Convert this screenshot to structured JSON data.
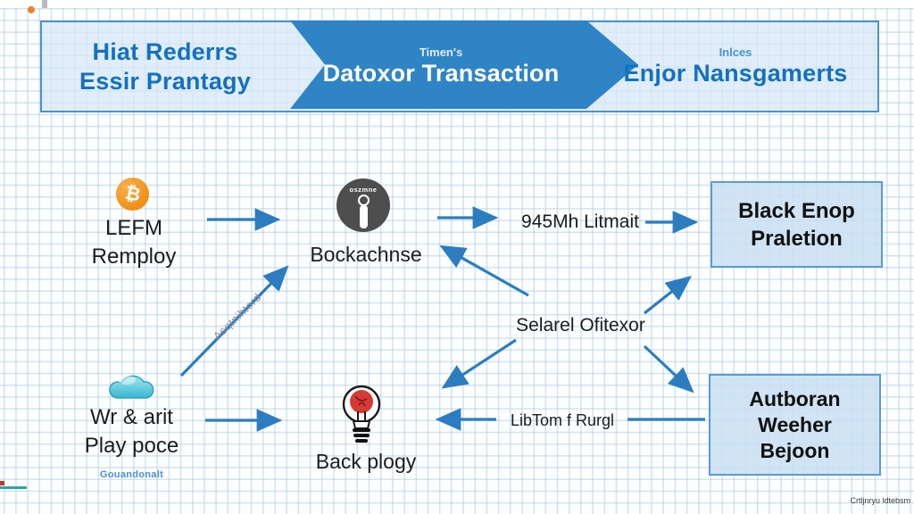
{
  "banner": {
    "left": {
      "line1": "Hiat Rederrs",
      "line2": "Essir Prantagy"
    },
    "middle": {
      "small": "Timen's",
      "label": "Datoxor Transaction"
    },
    "right": {
      "small": "Inlces",
      "label": "Enjor Nansgamerts"
    }
  },
  "nodes": {
    "bitcoin": {
      "symbol": "₿",
      "line1": "LEFM",
      "line2": "Remploy"
    },
    "blockchain": {
      "icon_text": "oszmne",
      "label": "Bockachnse"
    },
    "limit": {
      "label": "945Mh Litmait"
    },
    "selarel": {
      "label": "Selarel Ofitexor"
    },
    "libtom": {
      "label": "LibTom f Rurgl"
    },
    "cloud": {
      "line1": "Wr & arit",
      "line2": "Play poce",
      "caption": "Gouandonalt"
    },
    "bulb": {
      "label": "Back plogy"
    },
    "box_top": {
      "line1": "Black Enop",
      "line2": "Praletion"
    },
    "box_bottom": {
      "line1": "Autboran",
      "line2": "Weeher",
      "line3": "Bejoon"
    }
  },
  "annotations": {
    "diagonal_label": "Asqtnihtord",
    "corner_note": "Crtljnryu ldtebsm"
  },
  "colors": {
    "banner_dark_blue": "#2f84c6",
    "banner_border": "#4e92c8",
    "accent_text_blue": "#1470c2",
    "arrow_blue": "#2c7dc0",
    "box_fill": "#c9e0f3",
    "box_border": "#5b9bd5",
    "bitcoin_orange": "#ee8f17",
    "bulb_red": "#d63a33",
    "cloud_teal": "#37b6cf"
  }
}
